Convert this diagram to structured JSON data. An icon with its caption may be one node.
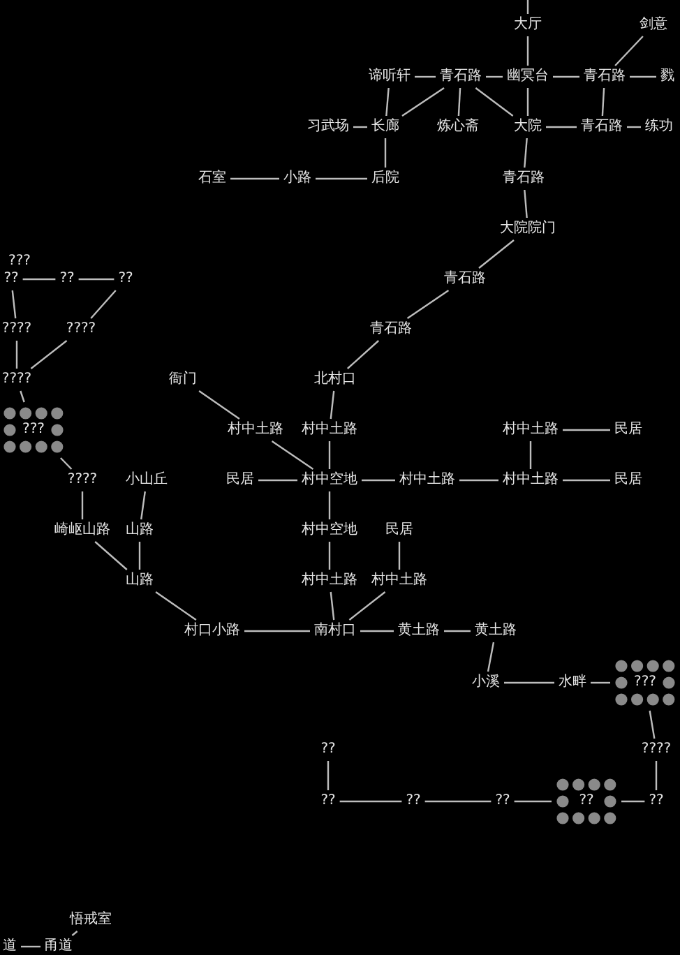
{
  "diagram": {
    "nodes": [
      {
        "text": [
          "大厅"
        ]
      },
      {
        "text": [
          "剑意"
        ]
      },
      {
        "text": [
          "谛听轩"
        ]
      },
      {
        "text": [
          "青石路"
        ]
      },
      {
        "text": [
          "幽冥台"
        ]
      },
      {
        "text": [
          "青石路"
        ]
      },
      {
        "text": [
          "戮"
        ]
      },
      {
        "text": [
          "习武场"
        ]
      },
      {
        "text": [
          "长廊"
        ]
      },
      {
        "text": [
          "炼心斋"
        ]
      },
      {
        "text": [
          "大院"
        ]
      },
      {
        "text": [
          "青石路"
        ]
      },
      {
        "text": [
          "练功"
        ]
      },
      {
        "text": [
          "石室"
        ]
      },
      {
        "text": [
          "小路"
        ]
      },
      {
        "text": [
          "后院"
        ]
      },
      {
        "text": [
          "青石路"
        ]
      },
      {
        "text": [
          "大院院门"
        ]
      },
      {
        "text": [
          "青石路"
        ]
      },
      {
        "text": [
          "青石路"
        ]
      },
      {
        "text": [
          "北村口"
        ]
      },
      {
        "text": [
          "衙门"
        ]
      },
      {
        "text": [
          "村中土路"
        ]
      },
      {
        "text": [
          "村中土路"
        ]
      },
      {
        "text": [
          "村中土路"
        ]
      },
      {
        "text": [
          "民居"
        ]
      },
      {
        "text": [
          "民居"
        ]
      },
      {
        "text": [
          "村中空地"
        ]
      },
      {
        "text": [
          "村中土路"
        ]
      },
      {
        "text": [
          "村中土路"
        ]
      },
      {
        "text": [
          "民居"
        ]
      },
      {
        "text": [
          "村中空地"
        ]
      },
      {
        "text": [
          "民居"
        ]
      },
      {
        "text": [
          "村中土路"
        ]
      },
      {
        "text": [
          "村中土路"
        ]
      },
      {
        "text": [
          "小山丘"
        ]
      },
      {
        "text": [
          "山路"
        ]
      },
      {
        "text": [
          "山路"
        ]
      },
      {
        "text": [
          "????"
        ]
      },
      {
        "text": [
          "崎岖山路"
        ]
      },
      {
        "text": [
          "村口小路"
        ]
      },
      {
        "text": [
          "南村口"
        ]
      },
      {
        "text": [
          "黄土路"
        ]
      },
      {
        "text": [
          "黄土路"
        ]
      },
      {
        "text": [
          "小溪"
        ]
      },
      {
        "text": [
          "水畔"
        ]
      },
      {
        "text": [
          "???"
        ]
      },
      {
        "text": [
          "????"
        ]
      },
      {
        "text": [
          "??"
        ]
      },
      {
        "text": [
          "??"
        ]
      },
      {
        "text": [
          "??"
        ]
      },
      {
        "text": [
          "??"
        ]
      },
      {
        "text": [
          "??"
        ]
      },
      {
        "text": [
          "??"
        ]
      },
      {
        "text": [
          "??"
        ]
      },
      {
        "text": [
          "??"
        ]
      },
      {
        "text": [
          "??"
        ]
      },
      {
        "text": [
          "????"
        ]
      },
      {
        "text": [
          "????"
        ]
      },
      {
        "text": [
          "????"
        ]
      },
      {
        "text": [
          "???"
        ]
      },
      {
        "text": [
          "悟戒室"
        ]
      },
      {
        "text": [
          "道"
        ]
      },
      {
        "text": [
          "甬道"
        ]
      }
    ],
    "edges": [
      {
        "from": null,
        "to": 0,
        "arrow": "none"
      },
      {
        "from": 0,
        "to": 4,
        "arrow": "none"
      },
      {
        "from": 4,
        "to": 10,
        "arrow": "none"
      },
      {
        "from": 10,
        "to": 16,
        "arrow": "none"
      },
      {
        "from": 16,
        "to": 17,
        "arrow": "none"
      },
      {
        "from": 2,
        "to": 3,
        "arrow": "none"
      },
      {
        "from": 3,
        "to": 4,
        "arrow": "none"
      },
      {
        "from": 4,
        "to": 5,
        "arrow": "none"
      },
      {
        "from": 5,
        "to": 6,
        "arrow": "none"
      },
      {
        "from": 1,
        "to": 5,
        "arrow": "none"
      },
      {
        "from": 3,
        "to": 9,
        "arrow": "none"
      },
      {
        "from": 3,
        "to": 10,
        "arrow": "none"
      },
      {
        "from": 3,
        "to": 8,
        "arrow": "none"
      },
      {
        "from": 5,
        "to": 11,
        "arrow": "none"
      },
      {
        "from": 2,
        "to": 8,
        "arrow": "none"
      },
      {
        "from": 8,
        "to": 15,
        "arrow": "none"
      },
      {
        "from": 7,
        "to": 8,
        "arrow": "none"
      },
      {
        "from": 10,
        "to": 11,
        "arrow": "none"
      },
      {
        "from": 11,
        "to": 12,
        "arrow": "none"
      },
      {
        "from": 13,
        "to": 14,
        "arrow": "none"
      },
      {
        "from": 14,
        "to": 15,
        "arrow": "none"
      },
      {
        "from": 17,
        "to": 18,
        "arrow": "none"
      },
      {
        "from": 18,
        "to": 19,
        "arrow": "none"
      },
      {
        "from": 19,
        "to": 20,
        "arrow": "none"
      },
      {
        "from": 20,
        "to": 23,
        "arrow": "none"
      },
      {
        "from": 23,
        "to": 27,
        "arrow": "none"
      },
      {
        "from": 27,
        "to": 31,
        "arrow": "none"
      },
      {
        "from": 31,
        "to": 33,
        "arrow": "none"
      },
      {
        "from": 33,
        "to": 41,
        "arrow": "none"
      },
      {
        "from": 21,
        "to": 22,
        "arrow": "none"
      },
      {
        "from": 22,
        "to": 27,
        "arrow": "none"
      },
      {
        "from": 26,
        "to": 27,
        "arrow": "none"
      },
      {
        "from": 27,
        "to": 28,
        "arrow": "none"
      },
      {
        "from": 28,
        "to": 29,
        "arrow": "none"
      },
      {
        "from": 29,
        "to": 30,
        "arrow": "none"
      },
      {
        "from": 24,
        "to": 25,
        "arrow": "none"
      },
      {
        "from": 24,
        "to": 29,
        "arrow": "none"
      },
      {
        "from": 32,
        "to": 34,
        "arrow": "none"
      },
      {
        "from": 34,
        "to": 41,
        "arrow": "none"
      },
      {
        "from": 35,
        "to": 36,
        "arrow": "none"
      },
      {
        "from": 36,
        "to": 37,
        "arrow": "none"
      },
      {
        "from": 37,
        "to": 40,
        "arrow": "none"
      },
      {
        "from": 38,
        "to": 39,
        "arrow": "none"
      },
      {
        "from": 39,
        "to": 37,
        "arrow": "none"
      },
      {
        "from": 60,
        "to": 38,
        "arrow": "none"
      },
      {
        "from": 40,
        "to": 41,
        "arrow": "none"
      },
      {
        "from": 41,
        "to": 42,
        "arrow": "none"
      },
      {
        "from": 42,
        "to": 43,
        "arrow": "none"
      },
      {
        "from": 43,
        "to": 44,
        "arrow": "none"
      },
      {
        "from": 44,
        "to": 45,
        "arrow": "none"
      },
      {
        "from": 45,
        "to": 46,
        "arrow": "none"
      },
      {
        "from": 46,
        "to": 47,
        "arrow": "none"
      },
      {
        "from": 47,
        "to": 48,
        "arrow": "none"
      },
      {
        "from": 49,
        "to": 48,
        "arrow": "none"
      },
      {
        "from": 50,
        "to": 49,
        "arrow": "none"
      },
      {
        "from": 51,
        "to": 50,
        "arrow": "none"
      },
      {
        "from": 52,
        "to": 51,
        "arrow": "none"
      },
      {
        "from": 53,
        "to": 52,
        "arrow": "none"
      },
      {
        "from": 54,
        "to": 55,
        "arrow": "none"
      },
      {
        "from": 55,
        "to": 56,
        "arrow": "none"
      },
      {
        "from": 56,
        "to": 58,
        "arrow": "none"
      },
      {
        "from": 58,
        "to": 59,
        "arrow": "none"
      },
      {
        "from": 54,
        "to": 57,
        "arrow": "none"
      },
      {
        "from": 57,
        "to": 59,
        "arrow": "none"
      },
      {
        "from": 59,
        "to": 60,
        "arrow": "none"
      },
      {
        "from": 61,
        "to": 63,
        "arrow": "none"
      },
      {
        "from": 62,
        "to": 63,
        "arrow": "none"
      }
    ],
    "labels": [
      "???"
    ]
  }
}
